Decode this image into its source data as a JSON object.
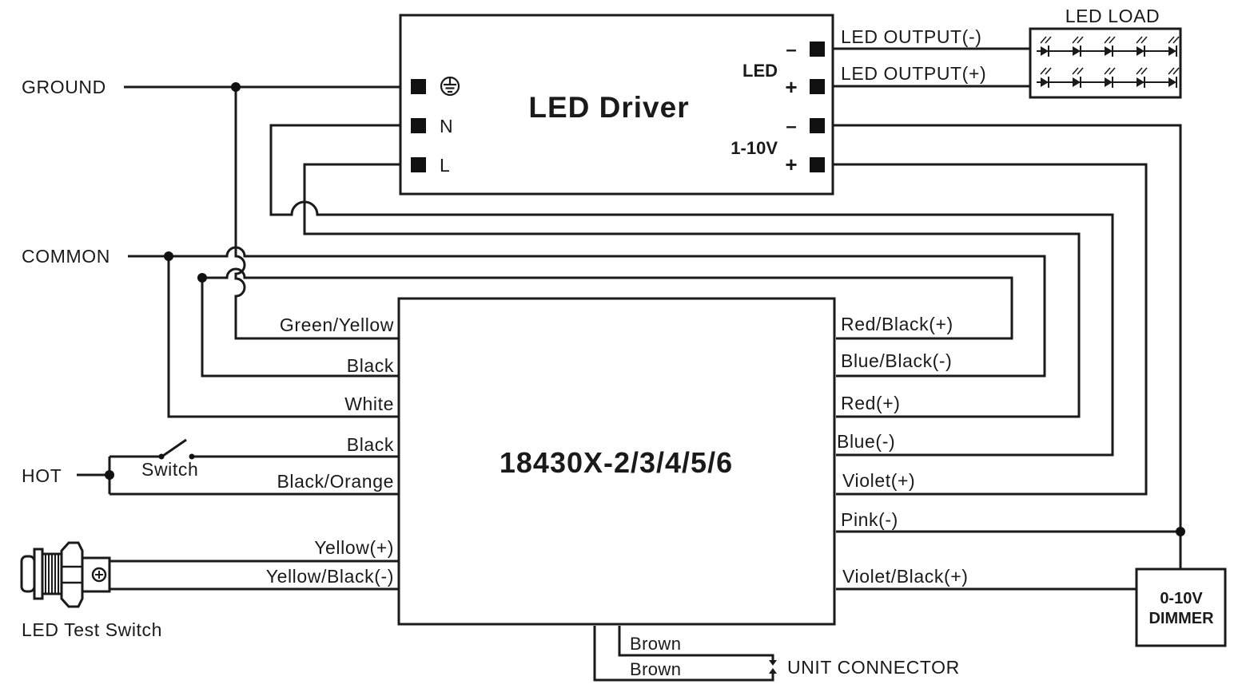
{
  "driver": {
    "title": "LED Driver",
    "label_led": "LED",
    "label_dim": "1-10V",
    "terminal_n": "N",
    "terminal_l": "L",
    "minus": "–",
    "plus": "+",
    "ground_icon": "earth-ground-icon"
  },
  "unit": {
    "model": "18430X-2/3/4/5/6"
  },
  "mains": {
    "ground": "GROUND",
    "common": "COMMON",
    "hot": "HOT"
  },
  "switch": {
    "label": "Switch"
  },
  "left_wires": {
    "green_yellow": "Green/Yellow",
    "black1": "Black",
    "white": "White",
    "black2": "Black",
    "black_orange": "Black/Orange",
    "yellow_pos": "Yellow(+)",
    "yellow_black_neg": "Yellow/Black(-)"
  },
  "right_wires": {
    "red_black_pos": "Red/Black(+)",
    "blue_black_neg": "Blue/Black(-)",
    "red_pos": "Red(+)",
    "blue_neg": "Blue(-)",
    "violet_pos": "Violet(+)",
    "pink_neg": "Pink(-)",
    "violet_black_pos": "Violet/Black(+)"
  },
  "led_load": {
    "title": "LED LOAD",
    "out_neg": "LED OUTPUT(-)",
    "out_pos": "LED OUTPUT(+)"
  },
  "dimmer": {
    "line1": "0-10V",
    "line2": "DIMMER"
  },
  "bottom": {
    "brown1": "Brown",
    "brown2": "Brown",
    "unit_connector": "UNIT CONNECTOR"
  },
  "test_switch": {
    "label": "LED Test Switch"
  }
}
